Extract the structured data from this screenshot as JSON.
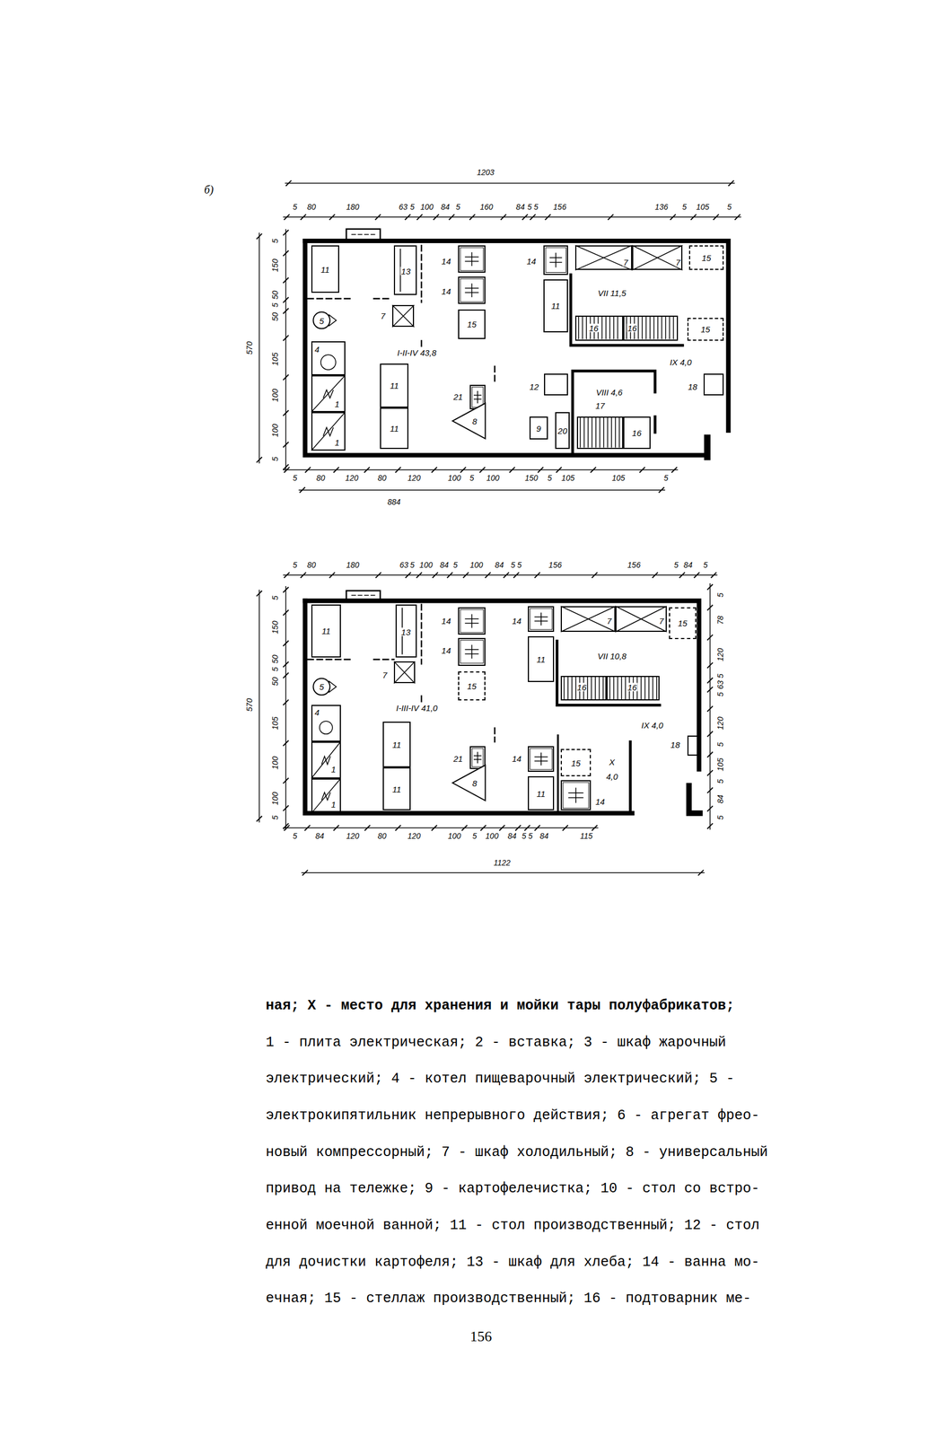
{
  "diagram": {
    "nodes": [
      {
        "text": [
          "11"
        ]
      },
      {
        "text": [
          "13"
        ]
      },
      {
        "text": [
          "7"
        ]
      },
      {
        "text": [
          "5"
        ]
      },
      {
        "text": [
          "4"
        ]
      },
      {
        "text": [
          "1"
        ]
      },
      {
        "text": [
          "1"
        ]
      },
      {
        "text": [
          "11"
        ]
      },
      {
        "text": [
          "11"
        ]
      },
      {
        "text": [
          "14"
        ]
      },
      {
        "text": [
          "14"
        ]
      },
      {
        "text": [
          "15"
        ]
      },
      {
        "text": [
          "21"
        ]
      },
      {
        "text": [
          "8"
        ]
      },
      {
        "text": [
          "14"
        ]
      },
      {
        "text": [
          "11"
        ]
      },
      {
        "text": [
          "7"
        ]
      },
      {
        "text": [
          "7"
        ]
      },
      {
        "text": [
          "15"
        ]
      },
      {
        "text": [
          "16"
        ]
      },
      {
        "text": [
          "16"
        ]
      },
      {
        "text": [
          "15"
        ]
      },
      {
        "text": [
          "18"
        ]
      },
      {
        "text": [
          "12"
        ]
      },
      {
        "text": [
          "9"
        ]
      },
      {
        "text": [
          "20"
        ]
      },
      {
        "text": [
          "17"
        ]
      },
      {
        "text": [
          "16"
        ]
      },
      {
        "text": [
          "11"
        ]
      },
      {
        "text": [
          "13"
        ]
      },
      {
        "text": [
          "7"
        ]
      },
      {
        "text": [
          "5"
        ]
      },
      {
        "text": [
          "4"
        ]
      },
      {
        "text": [
          "1"
        ]
      },
      {
        "text": [
          "1"
        ]
      },
      {
        "text": [
          "11"
        ]
      },
      {
        "text": [
          "11"
        ]
      },
      {
        "text": [
          "14"
        ]
      },
      {
        "text": [
          "14"
        ]
      },
      {
        "text": [
          "15"
        ]
      },
      {
        "text": [
          "14"
        ]
      },
      {
        "text": [
          "11"
        ]
      },
      {
        "text": [
          "7"
        ]
      },
      {
        "text": [
          "7"
        ]
      },
      {
        "text": [
          "15"
        ]
      },
      {
        "text": [
          "16"
        ]
      },
      {
        "text": [
          "16"
        ]
      },
      {
        "text": [
          "18"
        ]
      },
      {
        "text": [
          "21"
        ]
      },
      {
        "text": [
          "8"
        ]
      },
      {
        "text": [
          "14"
        ]
      },
      {
        "text": [
          "15"
        ]
      },
      {
        "text": [
          "11"
        ]
      },
      {
        "text": [
          "14"
        ]
      }
    ],
    "labels": [
      "б)",
      "1203",
      "5",
      "80",
      "180",
      "63",
      "5",
      "100",
      "84",
      "5",
      "160",
      "84",
      "5",
      "5",
      "156",
      "136",
      "5",
      "105",
      "5",
      "570",
      "5",
      "150",
      "50",
      "5",
      "50",
      "105",
      "100",
      "100",
      "5",
      "I-II-IV 43,8",
      "VII 11,5",
      "IX 4,0",
      "VIII 4,6",
      "5",
      "80",
      "120",
      "80",
      "120",
      "100",
      "5",
      "100",
      "150",
      "5",
      "105",
      "105",
      "5",
      "884",
      "5",
      "80",
      "180",
      "63",
      "5",
      "100",
      "84",
      "5",
      "100",
      "84",
      "5",
      "5",
      "156",
      "156",
      "5",
      "84",
      "5",
      "570",
      "5",
      "150",
      "50",
      "5",
      "50",
      "105",
      "100",
      "100",
      "5",
      "5",
      "78",
      "120",
      "5",
      "63",
      "5",
      "120",
      "5",
      "105",
      "5",
      "84",
      "5",
      "I-III-IV 41,0",
      "VII 10,8",
      "IX 4,0",
      "X",
      "4,0",
      "5",
      "84",
      "120",
      "80",
      "120",
      "100",
      "5",
      "100",
      "84",
      "5",
      "5",
      "84",
      "115",
      "1122",
      "ная; X - место для хранения и мойки тары полуфабрикатов;",
      "1 - плита электрическая; 2 - вставка; 3 - шкаф жарочный",
      "электрический; 4 - котел пищеварочный электрический; 5 -",
      "электрокипятильник непрерывного действия; 6 - агрегат фрео-",
      "новый компрессорный; 7 - шкаф холодильный; 8 - универсальный",
      "привод на тележке; 9 - картофелечистка; 10 - стол со встро-",
      "енной моечной ванной; 11 - стол производственный; 12 - стол",
      "для дочистки картофеля; 13 - шкаф для хлеба; 14 - ванна мо-",
      "ечная; 15 - стеллаж производственный; 16 - подтоварник ме-",
      "156"
    ]
  }
}
